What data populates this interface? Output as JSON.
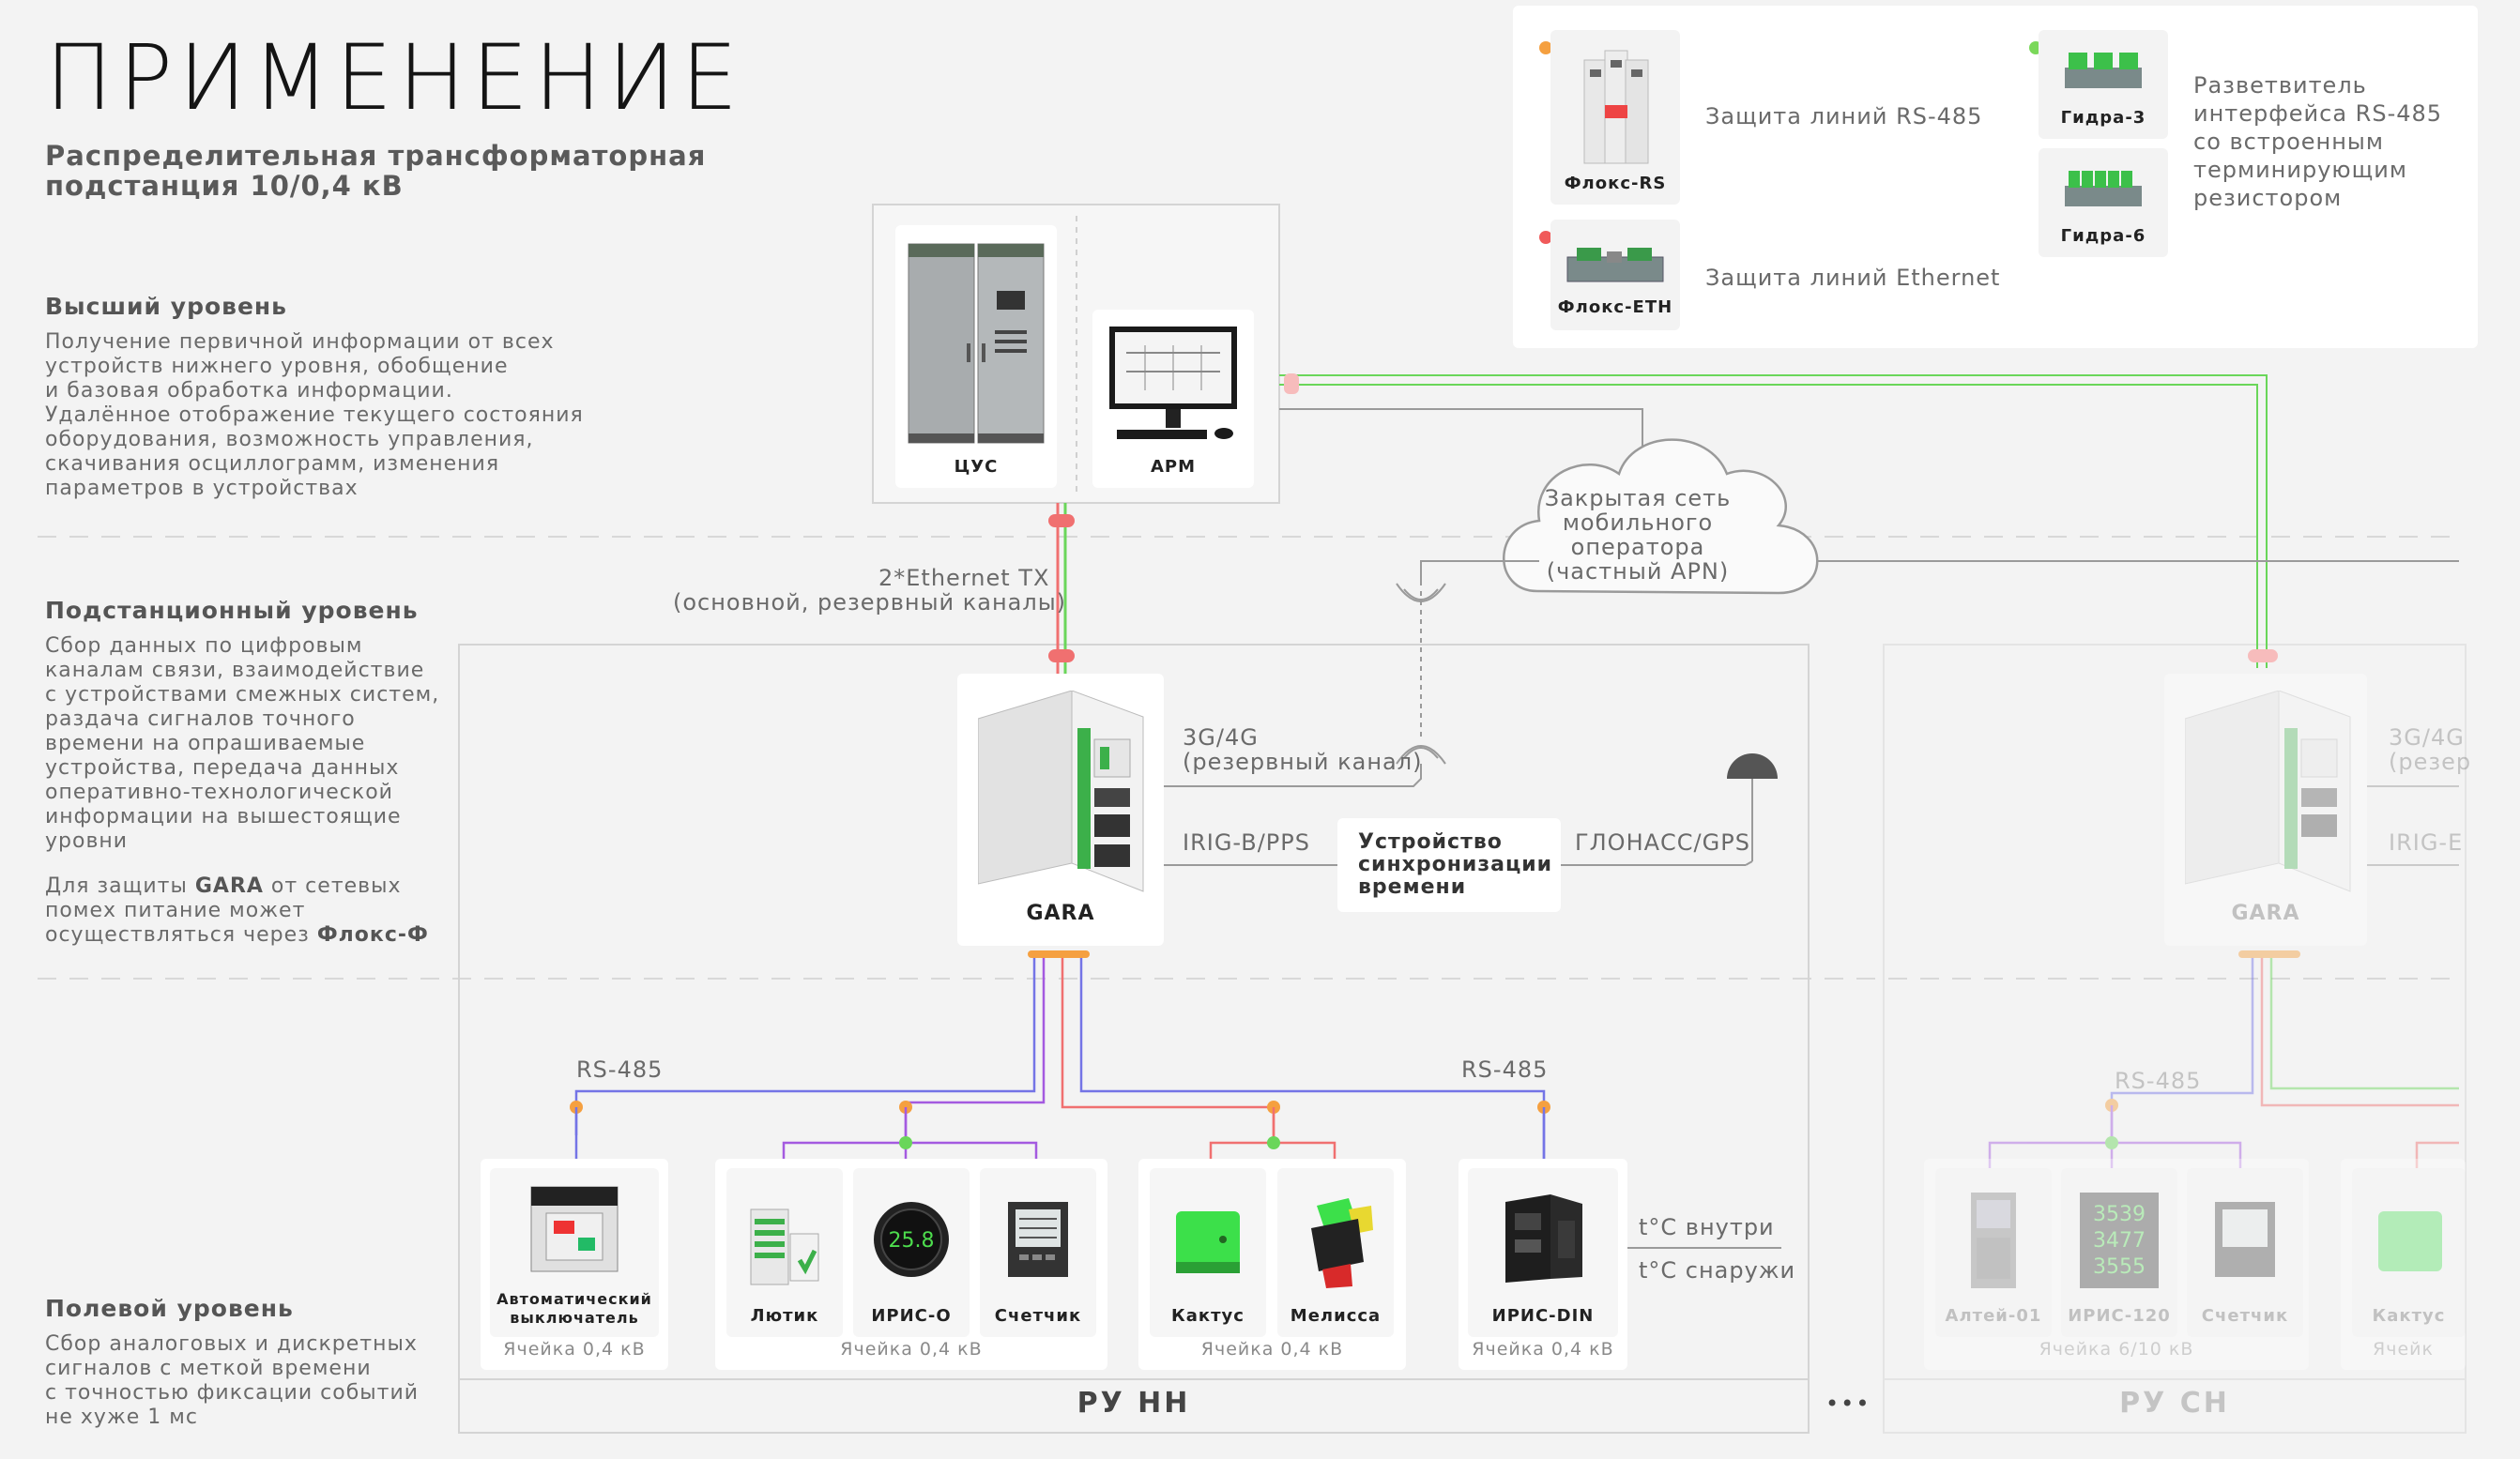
{
  "title": "ПРИМЕНЕНИЕ",
  "subtitle": "Распределительная трансформаторная подстанция 10/0,4 кВ",
  "levels": {
    "top": {
      "title": "Высший уровень",
      "text": "Получение первичной информации от всех\nустройств нижнего уровня, обобщение\nи базовая обработка информации.\nУдалённое отображение текущего состояния\nоборудования, возможность управления,\nскачивания осциллограмм, изменения\nпараметров в устройствах"
    },
    "station": {
      "title": "Подстанционный уровень",
      "text": "Сбор данных по цифровым\nканалам связи, взаимодействие\nс устройствами смежных систем,\nраздача сигналов точного\nвремени на опрашиваемые\nустройства, передача данных\nоперативно-технологической\nинформации на вышестоящие\nуровни",
      "protect_prefix": "Для защиты ",
      "protect_gara": "GARA",
      "protect_mid": " от сетевых\nпомех питание может\nосуществляться через ",
      "protect_flox": "Флокс-Ф"
    },
    "field": {
      "title": "Полевой уровень",
      "text": "Сбор аналоговых и дискретных\nсигналов с меткой времени\nс точностью фиксации событий\nне хуже 1 мс"
    }
  },
  "legend": {
    "flox_rs": {
      "device": "Флокс-RS",
      "desc": "Защита линий RS-485",
      "color": "#f5a040"
    },
    "flox_eth": {
      "device": "Флокс-ETH",
      "desc": "Защита линий Ethernet",
      "color": "#f05a5a"
    },
    "gidra3": {
      "device": "Гидра-3"
    },
    "gidra6": {
      "device": "Гидра-6"
    },
    "gidra_desc": "Разветвитель\nинтерфейса RS-485\nсо встроенным\nтерминирующим\nрезистором",
    "gidra_color": "#7ad85a"
  },
  "top_devices": {
    "cus": "ЦУС",
    "arm": "АРМ"
  },
  "labels": {
    "eth_tx": "2*Ethernet TX",
    "eth_tx_sub": "(основной, резервный каналы)",
    "cloud": "Закрытая сеть\nмобильного\nоператора\n(частный APN)",
    "g34": "3G/4G",
    "g34_sub": "(резервный канал)",
    "irig": "IRIG-B/PPS",
    "sync": "Устройство\nсинхронизации\nвремени",
    "glonass": "ГЛОНАСС/GPS",
    "gara": "GARA",
    "rs485_left": "RS-485",
    "rs485_right": "RS-485",
    "t_in": "t°C внутри",
    "t_out": "t°C снаружи",
    "ru_nn": "РУ НН",
    "ru_sn": "РУ СН",
    "dots": "•••",
    "right_g34": "3G/4G",
    "right_g34_sub": "(резер",
    "right_irig": "IRIG-E",
    "right_gara": "GARA",
    "right_rs485": "RS-485"
  },
  "cells": [
    {
      "devices": [
        "Автоматический\nвыключатель"
      ],
      "label": "Ячейка 0,4 кВ"
    },
    {
      "devices": [
        "Лютик",
        "ИРИС-О",
        "Счетчик"
      ],
      "label": "Ячейка 0,4 кВ"
    },
    {
      "devices": [
        "Кактус",
        "Мелисса"
      ],
      "label": "Ячейка 0,4 кВ"
    },
    {
      "devices": [
        "ИРИС-DIN"
      ],
      "label": "Ячейка 0,4 кВ"
    }
  ],
  "right_cells": [
    {
      "devices": [
        "Алтей-01",
        "ИРИС-120",
        "Счетчик"
      ],
      "label": "Ячейка 6/10 кВ"
    },
    {
      "devices": [
        "Кактус"
      ],
      "label": "Ячейк"
    }
  ],
  "screens": {
    "iris_o": "25.8",
    "iris120_a": "3539",
    "iris120_b": "3477",
    "iris120_c": "3555"
  },
  "colors": {
    "rs485_a": "#7474e6",
    "rs485_b": "#a45ae0",
    "red": "#f07070",
    "green": "#6ad65a",
    "orange": "#f5a040",
    "gray": "#8a8a8a"
  }
}
